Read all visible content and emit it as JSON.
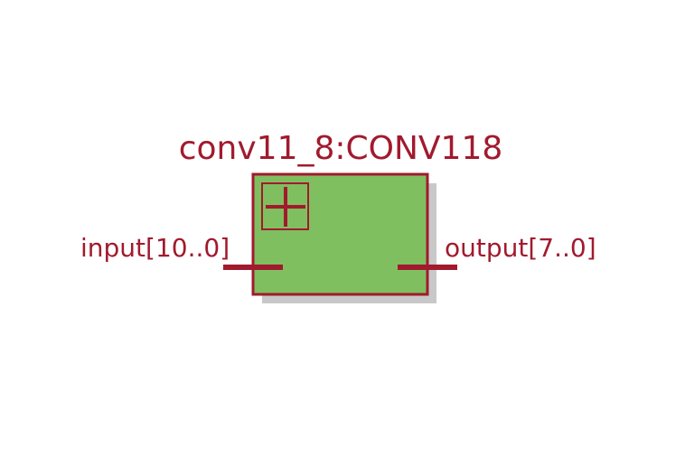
{
  "block": {
    "instance_name": "conv11_8:CONV118",
    "expand_glyph": "+",
    "ports": {
      "input": "input[10..0]",
      "output": "output[7..0]"
    }
  },
  "colors": {
    "stroke": "#a11a2e",
    "fill": "#80bf5f",
    "shadow": "#c8c8c8",
    "text": "#a11a2e",
    "background": "#ffffff"
  },
  "icons": {
    "expand": "plus-box-icon"
  }
}
